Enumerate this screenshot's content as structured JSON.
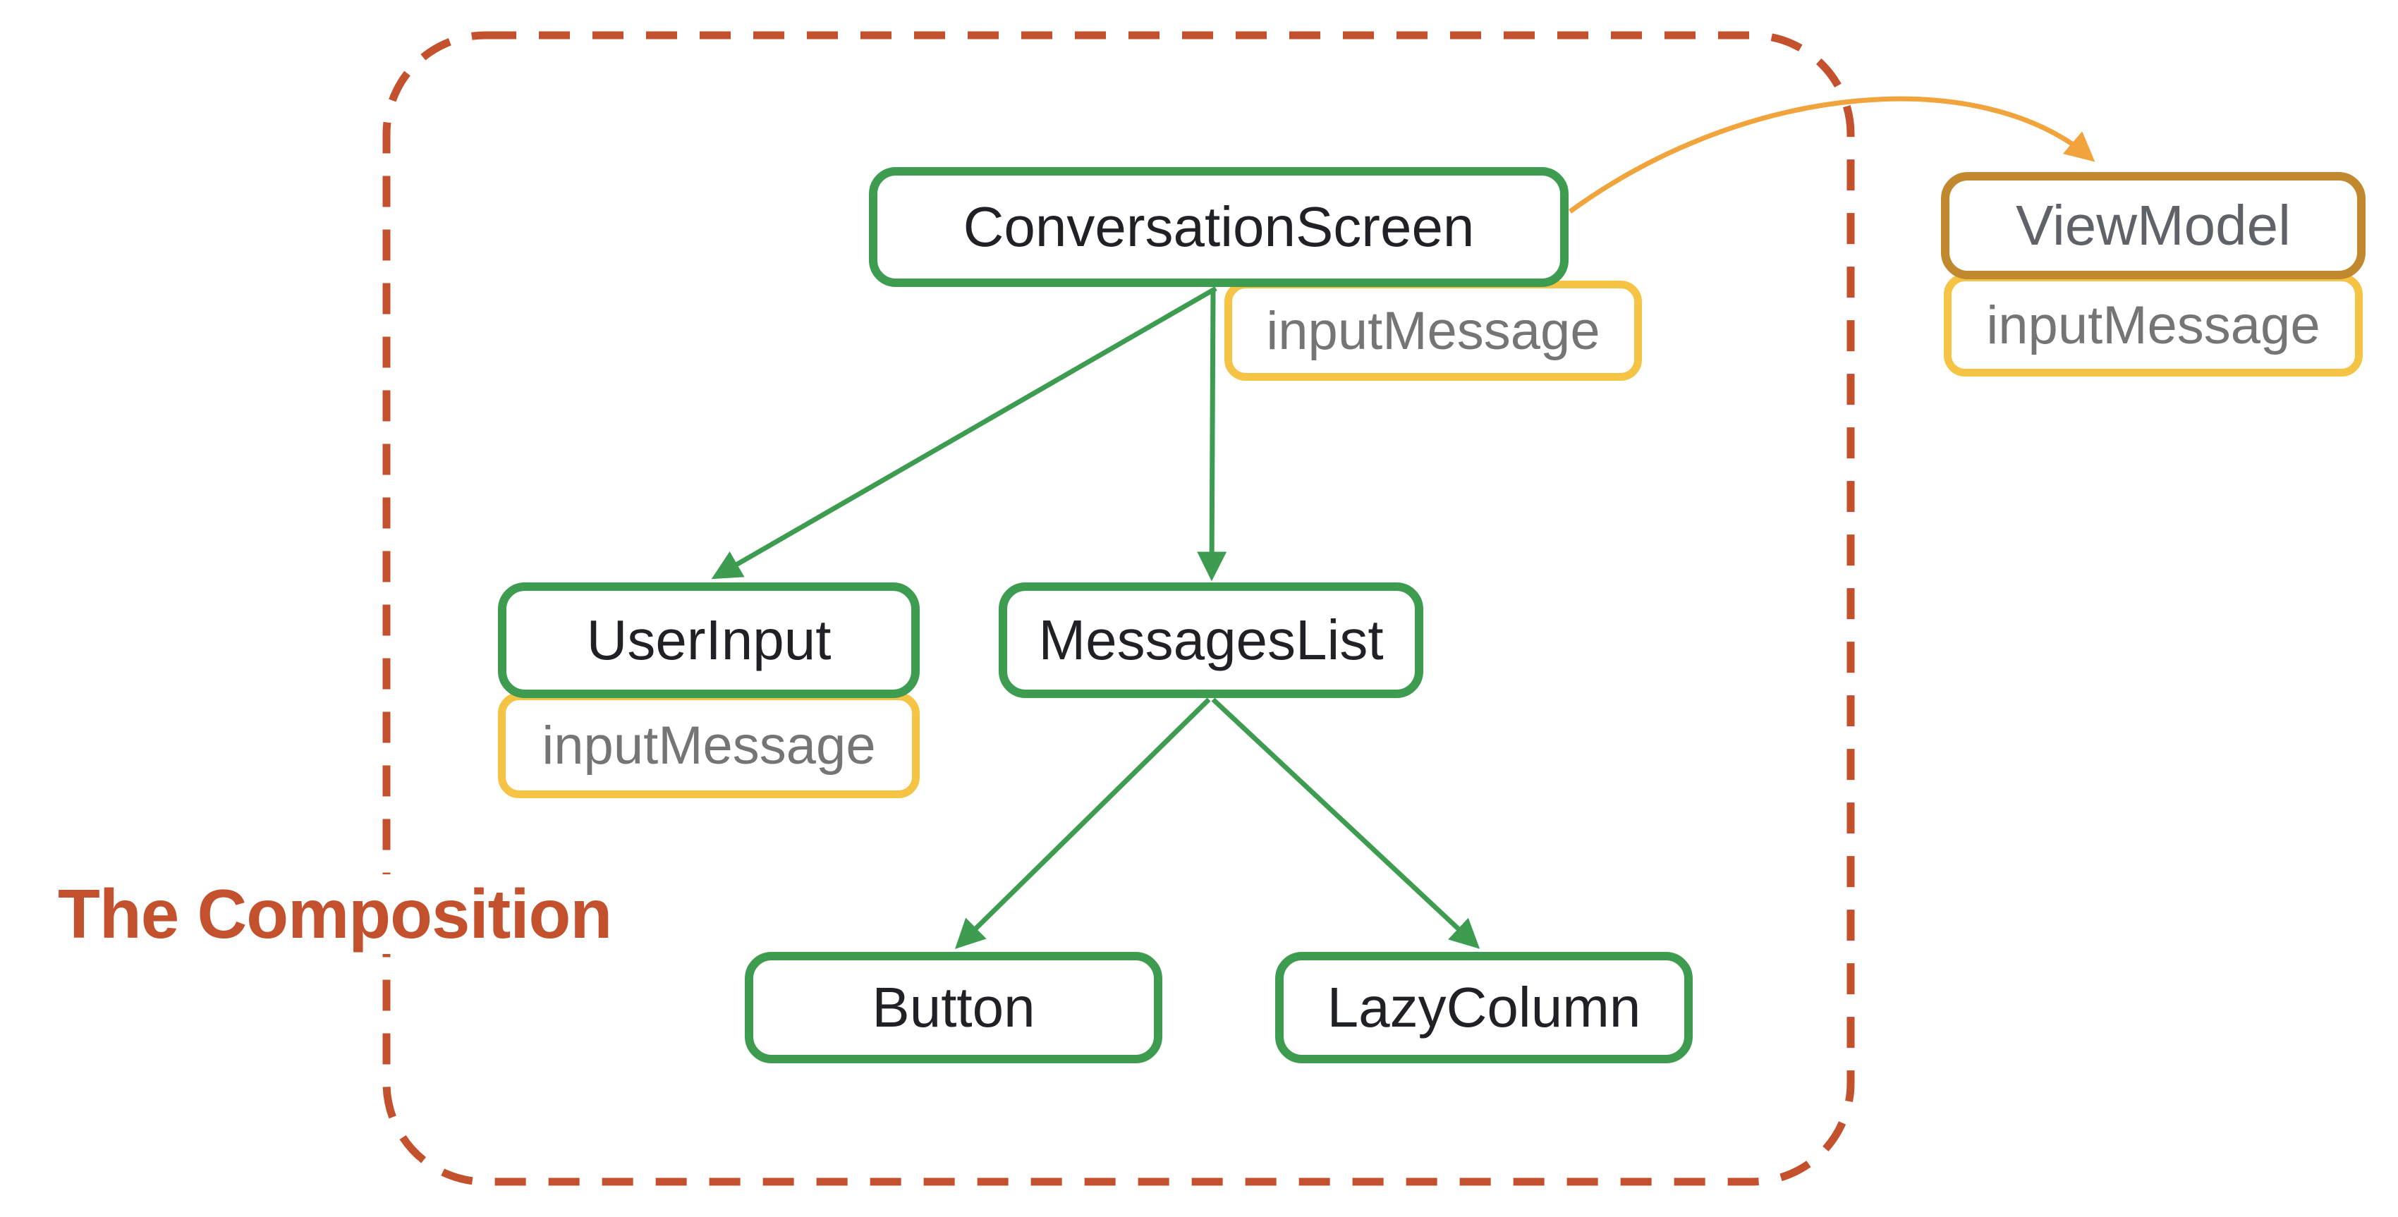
{
  "title": "The Composition",
  "colors": {
    "green": "#3D9C50",
    "yellow": "#F6C445",
    "brick": "#C4512E",
    "brown": "#C2882E",
    "orange": "#F2A43C",
    "node_text": "#202124",
    "state_text": "#757575",
    "viewmodel_text": "#5F6368"
  },
  "nodes": {
    "conversation_screen": "ConversationScreen",
    "conversation_screen_state": "inputMessage",
    "user_input": "UserInput",
    "user_input_state": "inputMessage",
    "messages_list": "MessagesList",
    "button": "Button",
    "lazy_column": "LazyColumn",
    "view_model": "ViewModel",
    "view_model_state": "inputMessage"
  },
  "edges": [
    {
      "from": "ConversationScreen",
      "to": "UserInput",
      "color": "green"
    },
    {
      "from": "ConversationScreen",
      "to": "MessagesList",
      "color": "green"
    },
    {
      "from": "MessagesList",
      "to": "Button",
      "color": "green"
    },
    {
      "from": "MessagesList",
      "to": "LazyColumn",
      "color": "green"
    },
    {
      "from": "ConversationScreen",
      "to": "ViewModel",
      "color": "orange"
    }
  ]
}
